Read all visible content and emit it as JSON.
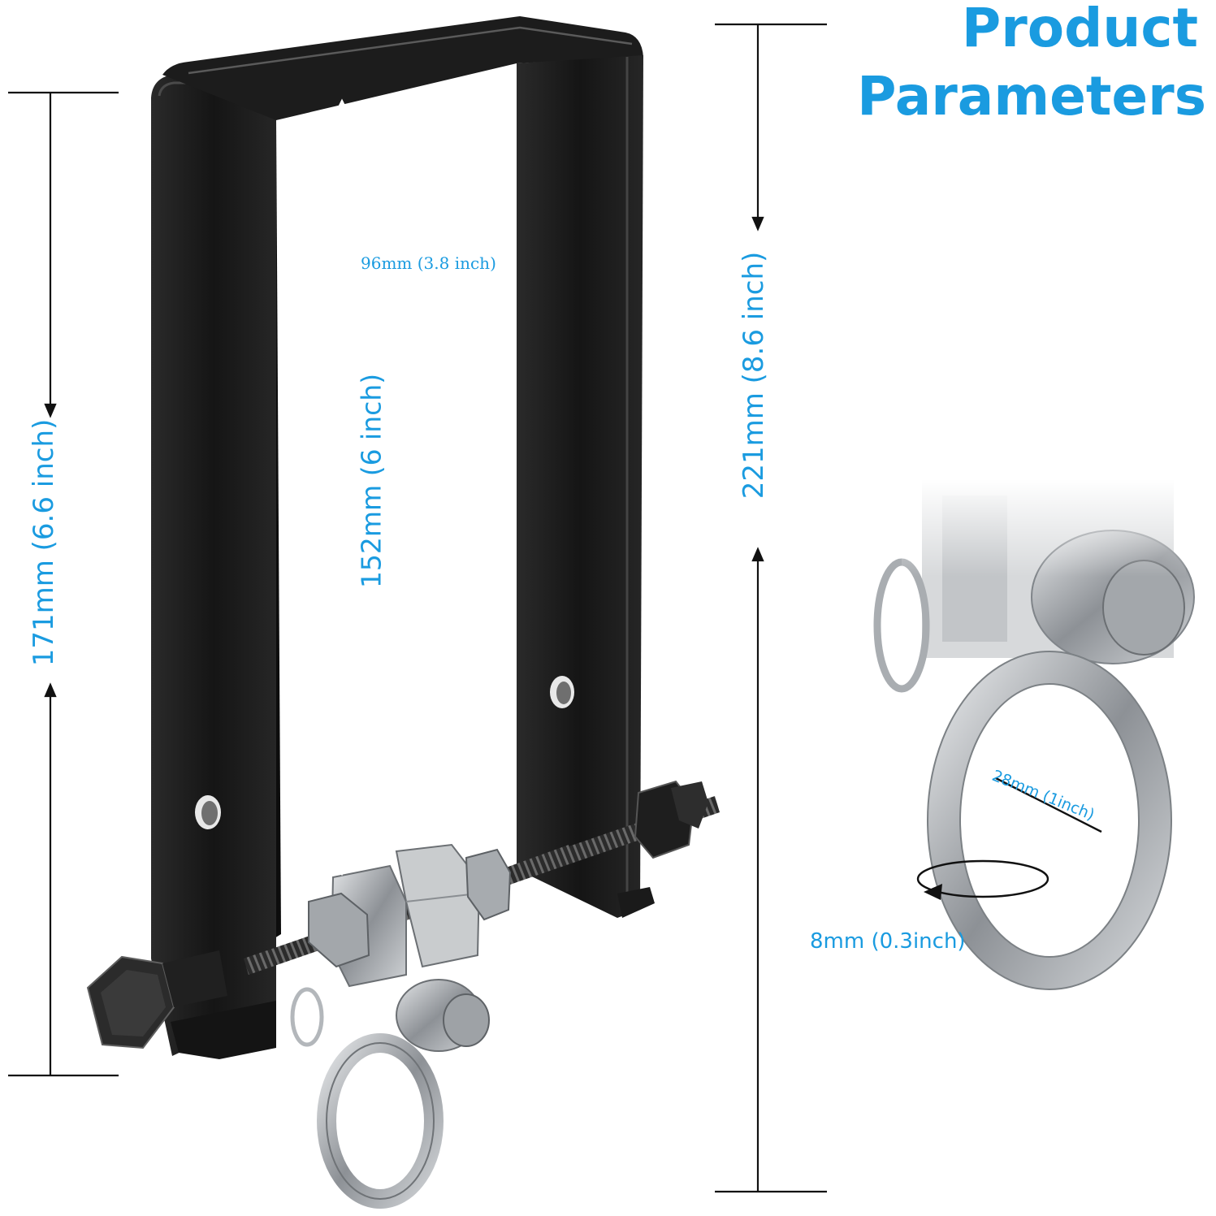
{
  "title": {
    "line1": "Product",
    "line2": "Parameters"
  },
  "dimensions": {
    "overall_height": "171mm (6.6 inch)",
    "inner_height": "152mm (6 inch)",
    "total_height": "221mm (8.6 inch)",
    "inner_width": "96mm (3.8 inch)",
    "ring_inner_diameter": "28mm (1inch)",
    "ring_thickness": "8mm (0.3inch)"
  },
  "colors": {
    "accent": "#1a9be0",
    "bracket": "#1b1b1b",
    "steel": "#b9bcbf",
    "dimension_line": "#111111"
  }
}
